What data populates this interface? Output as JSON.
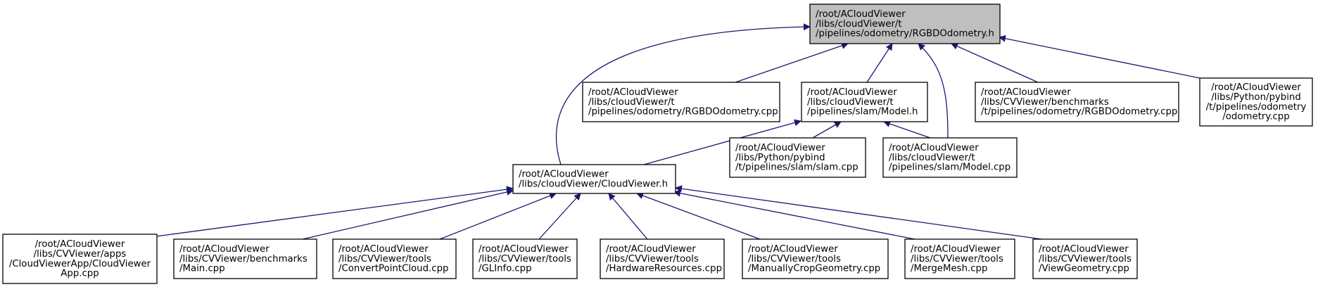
{
  "graph": {
    "colors": {
      "edge": "#191970",
      "node_border": "#000000",
      "node_fill": "#ffffff",
      "focus_fill": "#bfbfbf",
      "text": "#000000"
    },
    "nodes": [
      {
        "id": "rgbd_h",
        "focus": true,
        "lines": [
          "/root/ACloudViewer",
          "/libs/cloudViewer/t",
          "/pipelines/odometry/RGBDOdometry.h"
        ]
      },
      {
        "id": "rgbd_cpp",
        "lines": [
          "/root/ACloudViewer",
          "/libs/cloudViewer/t",
          "/pipelines/odometry/RGBDOdometry.cpp"
        ]
      },
      {
        "id": "model_h",
        "lines": [
          "/root/ACloudViewer",
          "/libs/cloudViewer/t",
          "/pipelines/slam/Model.h"
        ]
      },
      {
        "id": "bench_rgbd",
        "lines": [
          "/root/ACloudViewer",
          "/libs/CVViewer/benchmarks",
          "/t/pipelines/odometry/RGBDOdometry.cpp"
        ]
      },
      {
        "id": "pybind_odom",
        "lines": [
          "/root/ACloudViewer",
          "/libs/Python/pybind",
          "/t/pipelines/odometry",
          "/odometry.cpp"
        ]
      },
      {
        "id": "cloudviewer_h",
        "lines": [
          "/root/ACloudViewer",
          "/libs/cloudViewer/CloudViewer.h"
        ]
      },
      {
        "id": "slam_cpp",
        "lines": [
          "/root/ACloudViewer",
          "/libs/Python/pybind",
          "/t/pipelines/slam/slam.cpp"
        ]
      },
      {
        "id": "model_cpp",
        "lines": [
          "/root/ACloudViewer",
          "/libs/cloudViewer/t",
          "/pipelines/slam/Model.cpp"
        ]
      },
      {
        "id": "app_cpp",
        "lines": [
          "/root/ACloudViewer",
          "/libs/CVViewer/apps",
          "/CloudViewerApp/CloudViewer",
          "App.cpp"
        ]
      },
      {
        "id": "main_cpp",
        "lines": [
          "/root/ACloudViewer",
          "/libs/CVViewer/benchmarks",
          "/Main.cpp"
        ]
      },
      {
        "id": "convert_cpp",
        "lines": [
          "/root/ACloudViewer",
          "/libs/CVViewer/tools",
          "/ConvertPointCloud.cpp"
        ]
      },
      {
        "id": "glinfo_cpp",
        "lines": [
          "/root/ACloudViewer",
          "/libs/CVViewer/tools",
          "/GLInfo.cpp"
        ]
      },
      {
        "id": "hardware_cpp",
        "lines": [
          "/root/ACloudViewer",
          "/libs/CVViewer/tools",
          "/HardwareResources.cpp"
        ]
      },
      {
        "id": "crop_cpp",
        "lines": [
          "/root/ACloudViewer",
          "/libs/CVViewer/tools",
          "/ManuallyCropGeometry.cpp"
        ]
      },
      {
        "id": "merge_cpp",
        "lines": [
          "/root/ACloudViewer",
          "/libs/CVViewer/tools",
          "/MergeMesh.cpp"
        ]
      },
      {
        "id": "view_cpp",
        "lines": [
          "/root/ACloudViewer",
          "/libs/CVViewer/tools",
          "/ViewGeometry.cpp"
        ]
      }
    ],
    "edges": [
      {
        "from": "rgbd_cpp",
        "to": "rgbd_h"
      },
      {
        "from": "model_h",
        "to": "rgbd_h"
      },
      {
        "from": "bench_rgbd",
        "to": "rgbd_h"
      },
      {
        "from": "pybind_odom",
        "to": "rgbd_h"
      },
      {
        "from": "model_cpp",
        "to": "rgbd_h"
      },
      {
        "from": "cloudviewer_h",
        "to": "rgbd_h"
      },
      {
        "from": "cloudviewer_h",
        "to": "model_h"
      },
      {
        "from": "slam_cpp",
        "to": "model_h"
      },
      {
        "from": "model_cpp",
        "to": "model_h"
      },
      {
        "from": "app_cpp",
        "to": "cloudviewer_h"
      },
      {
        "from": "main_cpp",
        "to": "cloudviewer_h"
      },
      {
        "from": "convert_cpp",
        "to": "cloudviewer_h"
      },
      {
        "from": "glinfo_cpp",
        "to": "cloudviewer_h"
      },
      {
        "from": "hardware_cpp",
        "to": "cloudviewer_h"
      },
      {
        "from": "crop_cpp",
        "to": "cloudviewer_h"
      },
      {
        "from": "merge_cpp",
        "to": "cloudviewer_h"
      },
      {
        "from": "view_cpp",
        "to": "cloudviewer_h"
      }
    ]
  }
}
